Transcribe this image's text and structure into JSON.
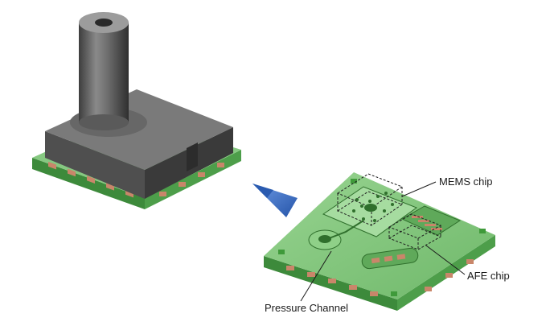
{
  "labels": {
    "mems": "MEMS chip",
    "afe": "AFE chip",
    "pressure": "Pressure Channel"
  },
  "colors": {
    "pcb_green": "#7fc67a",
    "pcb_dark": "#3d8a3b",
    "pad_copper": "#c9866a",
    "housing_gray": "#5c5c5c",
    "arrow_blue": "#3f74c9"
  }
}
